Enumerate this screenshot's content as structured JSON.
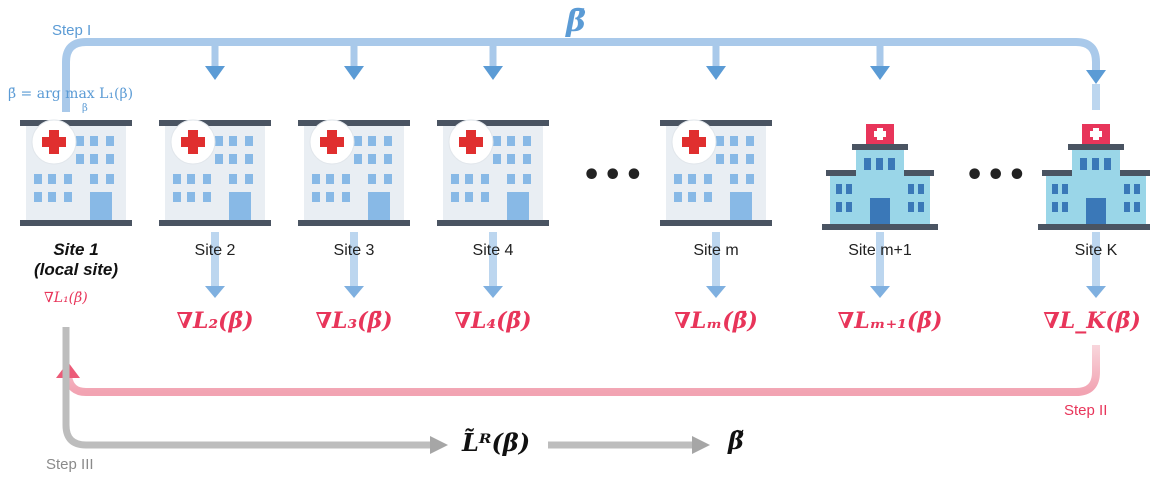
{
  "steps": {
    "step1": "Step I",
    "step2": "Step II",
    "step3": "Step III"
  },
  "broadcast_symbol": "β̄",
  "initial_estimate": "β̄ = arg max L₁(β)",
  "initial_estimate_subscript": "β",
  "local_site": {
    "name_line1": "Site 1",
    "name_line2": "(local site)",
    "gradient": "∇L₁(β̄)"
  },
  "sites": [
    {
      "name": "Site 2",
      "gradient": "∇L₂(β̄)"
    },
    {
      "name": "Site 3",
      "gradient": "∇L₃(β̄)"
    },
    {
      "name": "Site 4",
      "gradient": "∇L₄(β̄)"
    },
    {
      "name": "Site m",
      "gradient": "∇Lₘ(β̄)"
    },
    {
      "name": "Site m+1",
      "gradient": "∇Lₘ₊₁(β̄)"
    },
    {
      "name": "Site K",
      "gradient": "∇L_K(β̄)"
    }
  ],
  "ellipsis": "•••",
  "surrogate": "L̃ᴿ(β)",
  "final_estimate": "β̃",
  "colors": {
    "blue": "#5b9bd5",
    "red": "#e8355a",
    "gray": "#a6a6a6"
  }
}
